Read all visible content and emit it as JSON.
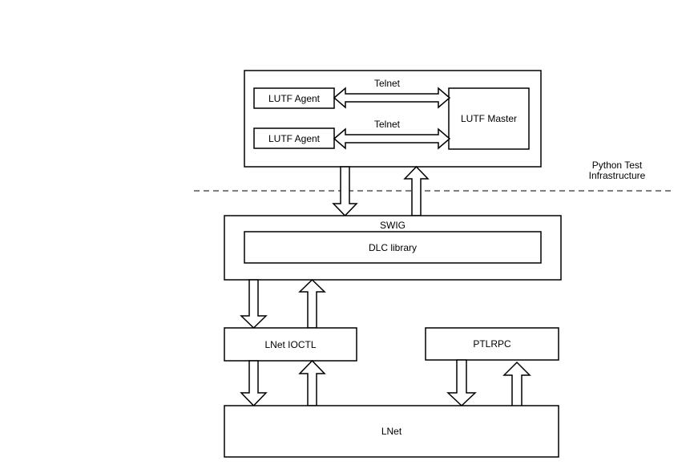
{
  "diagram": {
    "colors": {
      "stroke": "#000000",
      "fill": "#ffffff",
      "dash": "#555555"
    },
    "top_group": {
      "agent_1": "LUTF Agent",
      "agent_2": "LUTF Agent",
      "master": "LUTF Master",
      "link_1": "Telnet",
      "link_2": "Telnet"
    },
    "python_label": {
      "line1": "Python Test",
      "line2": "Infrastructure"
    },
    "swig": {
      "label": "SWIG",
      "inner": "DLC library"
    },
    "lnet_ioctl": "LNet IOCTL",
    "ptlrpc": "PTLRPC",
    "lnet": "LNet"
  }
}
